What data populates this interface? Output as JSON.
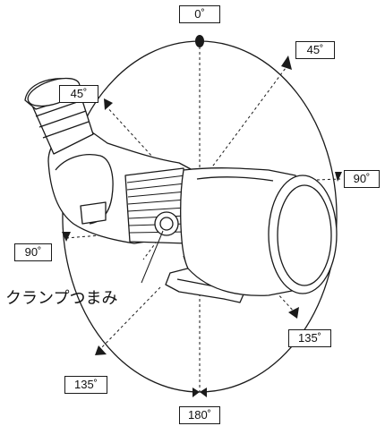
{
  "angle_labels": {
    "top": "0˚",
    "right_upper": "45˚",
    "right": "90˚",
    "right_lower": "135˚",
    "bottom": "180˚",
    "left_lower": "135˚",
    "left": "90˚",
    "left_upper": "45˚"
  },
  "clamp_knob_label": "クランプつまみ",
  "colors": {
    "stroke": "#1a1a1a",
    "fill": "#ffffff"
  }
}
